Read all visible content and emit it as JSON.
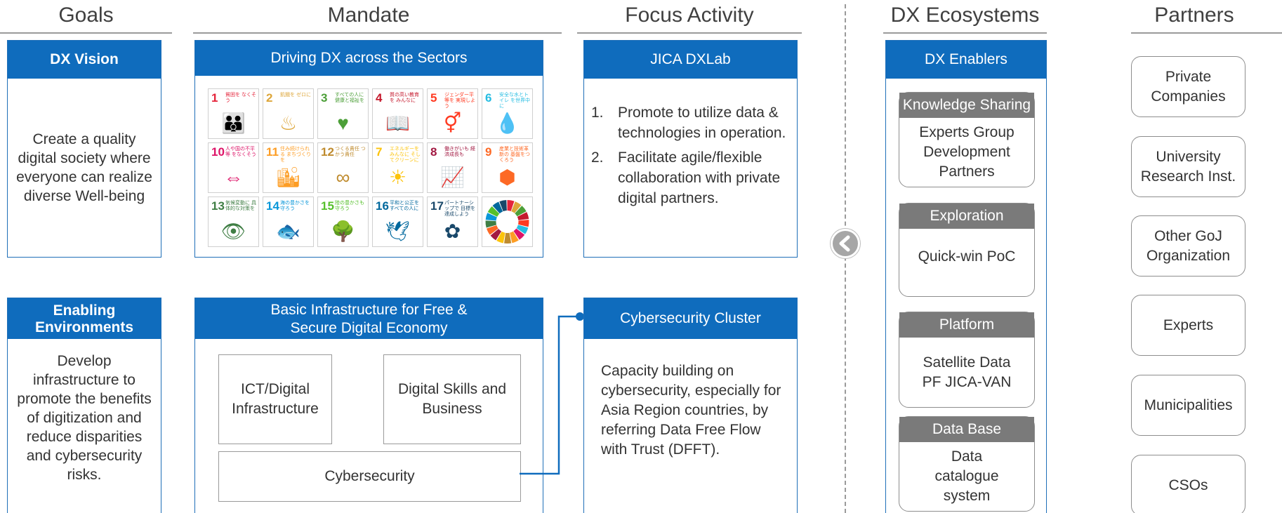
{
  "columns": {
    "goals": "Goals",
    "mandate": "Mandate",
    "focus": "Focus Activity",
    "ecosystems": "DX Ecosystems",
    "partners": "Partners"
  },
  "goals": {
    "vision": {
      "title": "DX Vision",
      "body": "Create a quality digital society where everyone can realize diverse Well-being"
    },
    "enabling": {
      "title": "Enabling Environments",
      "body": "Develop infrastructure to promote the benefits of digitization and reduce disparities and cybersecurity risks."
    }
  },
  "mandate": {
    "driving": {
      "title": "Driving DX across the Sectors"
    },
    "infra": {
      "title": "Basic Infrastructure for Free & Secure Digital Economy",
      "ict": "ICT/Digital Infrastructure",
      "skills": "Digital  Skills and Business",
      "cyber": "Cybersecurity"
    }
  },
  "focus": {
    "dxlab": {
      "title": "JICA DXLab",
      "items": [
        {
          "num": "1.",
          "text": "Promote to utilize data & technologies in operation."
        },
        {
          "num": "2.",
          "text": "Facilitate agile/flexible collaboration with private digital partners."
        }
      ]
    },
    "cluster": {
      "title": "Cybersecurity Cluster",
      "body": "Capacity building on cybersecurity, especially for Asia Region countries, by referring Data Free Flow with Trust (DFFT)."
    }
  },
  "ecosystems": {
    "title": "DX Enablers",
    "cards": [
      {
        "head": "Knowledge Sharing",
        "body": "Experts Group Development Partners"
      },
      {
        "head": "Exploration",
        "body": "Quick-win PoC"
      },
      {
        "head": "Platform",
        "body": "Satellite Data PF JICA-VAN"
      },
      {
        "head": "Data Base",
        "body": "Data catalogue system"
      }
    ]
  },
  "partners": [
    "Private Companies",
    "University Research Inst.",
    "Other GoJ Organization",
    "Experts",
    "Municipalities",
    "CSOs"
  ],
  "sdgs": [
    {
      "n": "1",
      "t": "貧困を なくそう",
      "icon": "family-icon",
      "glyph": "👪",
      "color": "#e5243b"
    },
    {
      "n": "2",
      "t": "飢餓を ゼロに",
      "icon": "bowl-icon",
      "glyph": "♨",
      "color": "#dda63a"
    },
    {
      "n": "3",
      "t": "すべての人に 健康と福祉を",
      "icon": "heartbeat-icon",
      "glyph": "♥",
      "color": "#4c9f38"
    },
    {
      "n": "4",
      "t": "質の高い教育を みんなに",
      "icon": "book-icon",
      "glyph": "📖",
      "color": "#c5192d"
    },
    {
      "n": "5",
      "t": "ジェンダー平等を 実現しよう",
      "icon": "gender-icon",
      "glyph": "⚥",
      "color": "#ff3a21"
    },
    {
      "n": "6",
      "t": "安全な水とトイレ を世界中に",
      "icon": "water-icon",
      "glyph": "💧",
      "color": "#26bde2"
    },
    {
      "n": "10",
      "t": "人や国の不平等 をなくそう",
      "icon": "equality-icon",
      "glyph": "⇔",
      "color": "#dd1367"
    },
    {
      "n": "11",
      "t": "住み続けられる まちづくりを",
      "icon": "city-icon",
      "glyph": "🏙",
      "color": "#fd9d24"
    },
    {
      "n": "12",
      "t": "つくる責任 つかう責任",
      "icon": "infinity-icon",
      "glyph": "∞",
      "color": "#bf8b2e"
    },
    {
      "n": "7",
      "t": "エネルギーをみんなに そしてクリーンに",
      "icon": "sun-icon",
      "glyph": "☀",
      "color": "#fcc30b"
    },
    {
      "n": "8",
      "t": "働きがいも 経済成長も",
      "icon": "growth-icon",
      "glyph": "📈",
      "color": "#a21942"
    },
    {
      "n": "9",
      "t": "産業と技術革新の 基盤をつくろう",
      "icon": "cubes-icon",
      "glyph": "⬢",
      "color": "#fd6925"
    },
    {
      "n": "13",
      "t": "気候変動に 具体的な対策を",
      "icon": "eye-globe-icon",
      "glyph": "👁",
      "color": "#3f7e44"
    },
    {
      "n": "14",
      "t": "海の豊かさを 守ろう",
      "icon": "fish-icon",
      "glyph": "🐟",
      "color": "#0a97d9"
    },
    {
      "n": "15",
      "t": "陸の豊かさも 守ろう",
      "icon": "tree-icon",
      "glyph": "🌳",
      "color": "#56c02b"
    },
    {
      "n": "16",
      "t": "平和と公正を すべての人に",
      "icon": "dove-icon",
      "glyph": "🕊",
      "color": "#00689d"
    },
    {
      "n": "17",
      "t": "パートナーシップで 目標を達成しよう",
      "icon": "rings-icon",
      "glyph": "✿",
      "color": "#19486a"
    }
  ]
}
